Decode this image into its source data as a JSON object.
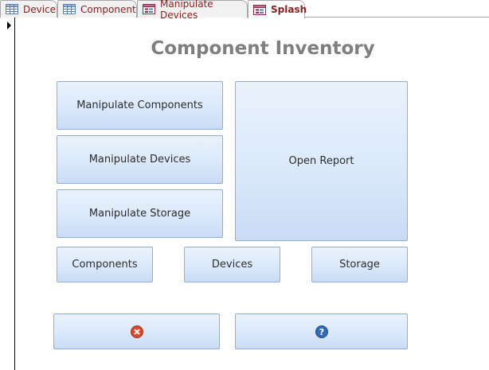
{
  "tabs": [
    {
      "label": "Device",
      "icon": "table-icon",
      "active": false
    },
    {
      "label": "Component",
      "icon": "table-icon",
      "active": false
    },
    {
      "label": "Manipulate Devices",
      "icon": "form-icon",
      "active": false
    },
    {
      "label": "Splash",
      "icon": "form-icon",
      "active": true
    }
  ],
  "form": {
    "title": "Component Inventory",
    "buttons": {
      "manipulate_components": "Manipulate Components",
      "manipulate_devices": "Manipulate Devices",
      "manipulate_storage": "Manipulate Storage",
      "open_report": "Open Report",
      "components": "Components",
      "devices": "Devices",
      "storage": "Storage",
      "close_icon": "close-circle-icon",
      "help_icon": "help-circle-icon"
    }
  },
  "colors": {
    "tab_text": "#8b1f1f",
    "title_text": "#7f7f7f",
    "button_border": "#8fb0cf",
    "close_icon": "#d9482b",
    "help_icon": "#2f6cb5"
  }
}
